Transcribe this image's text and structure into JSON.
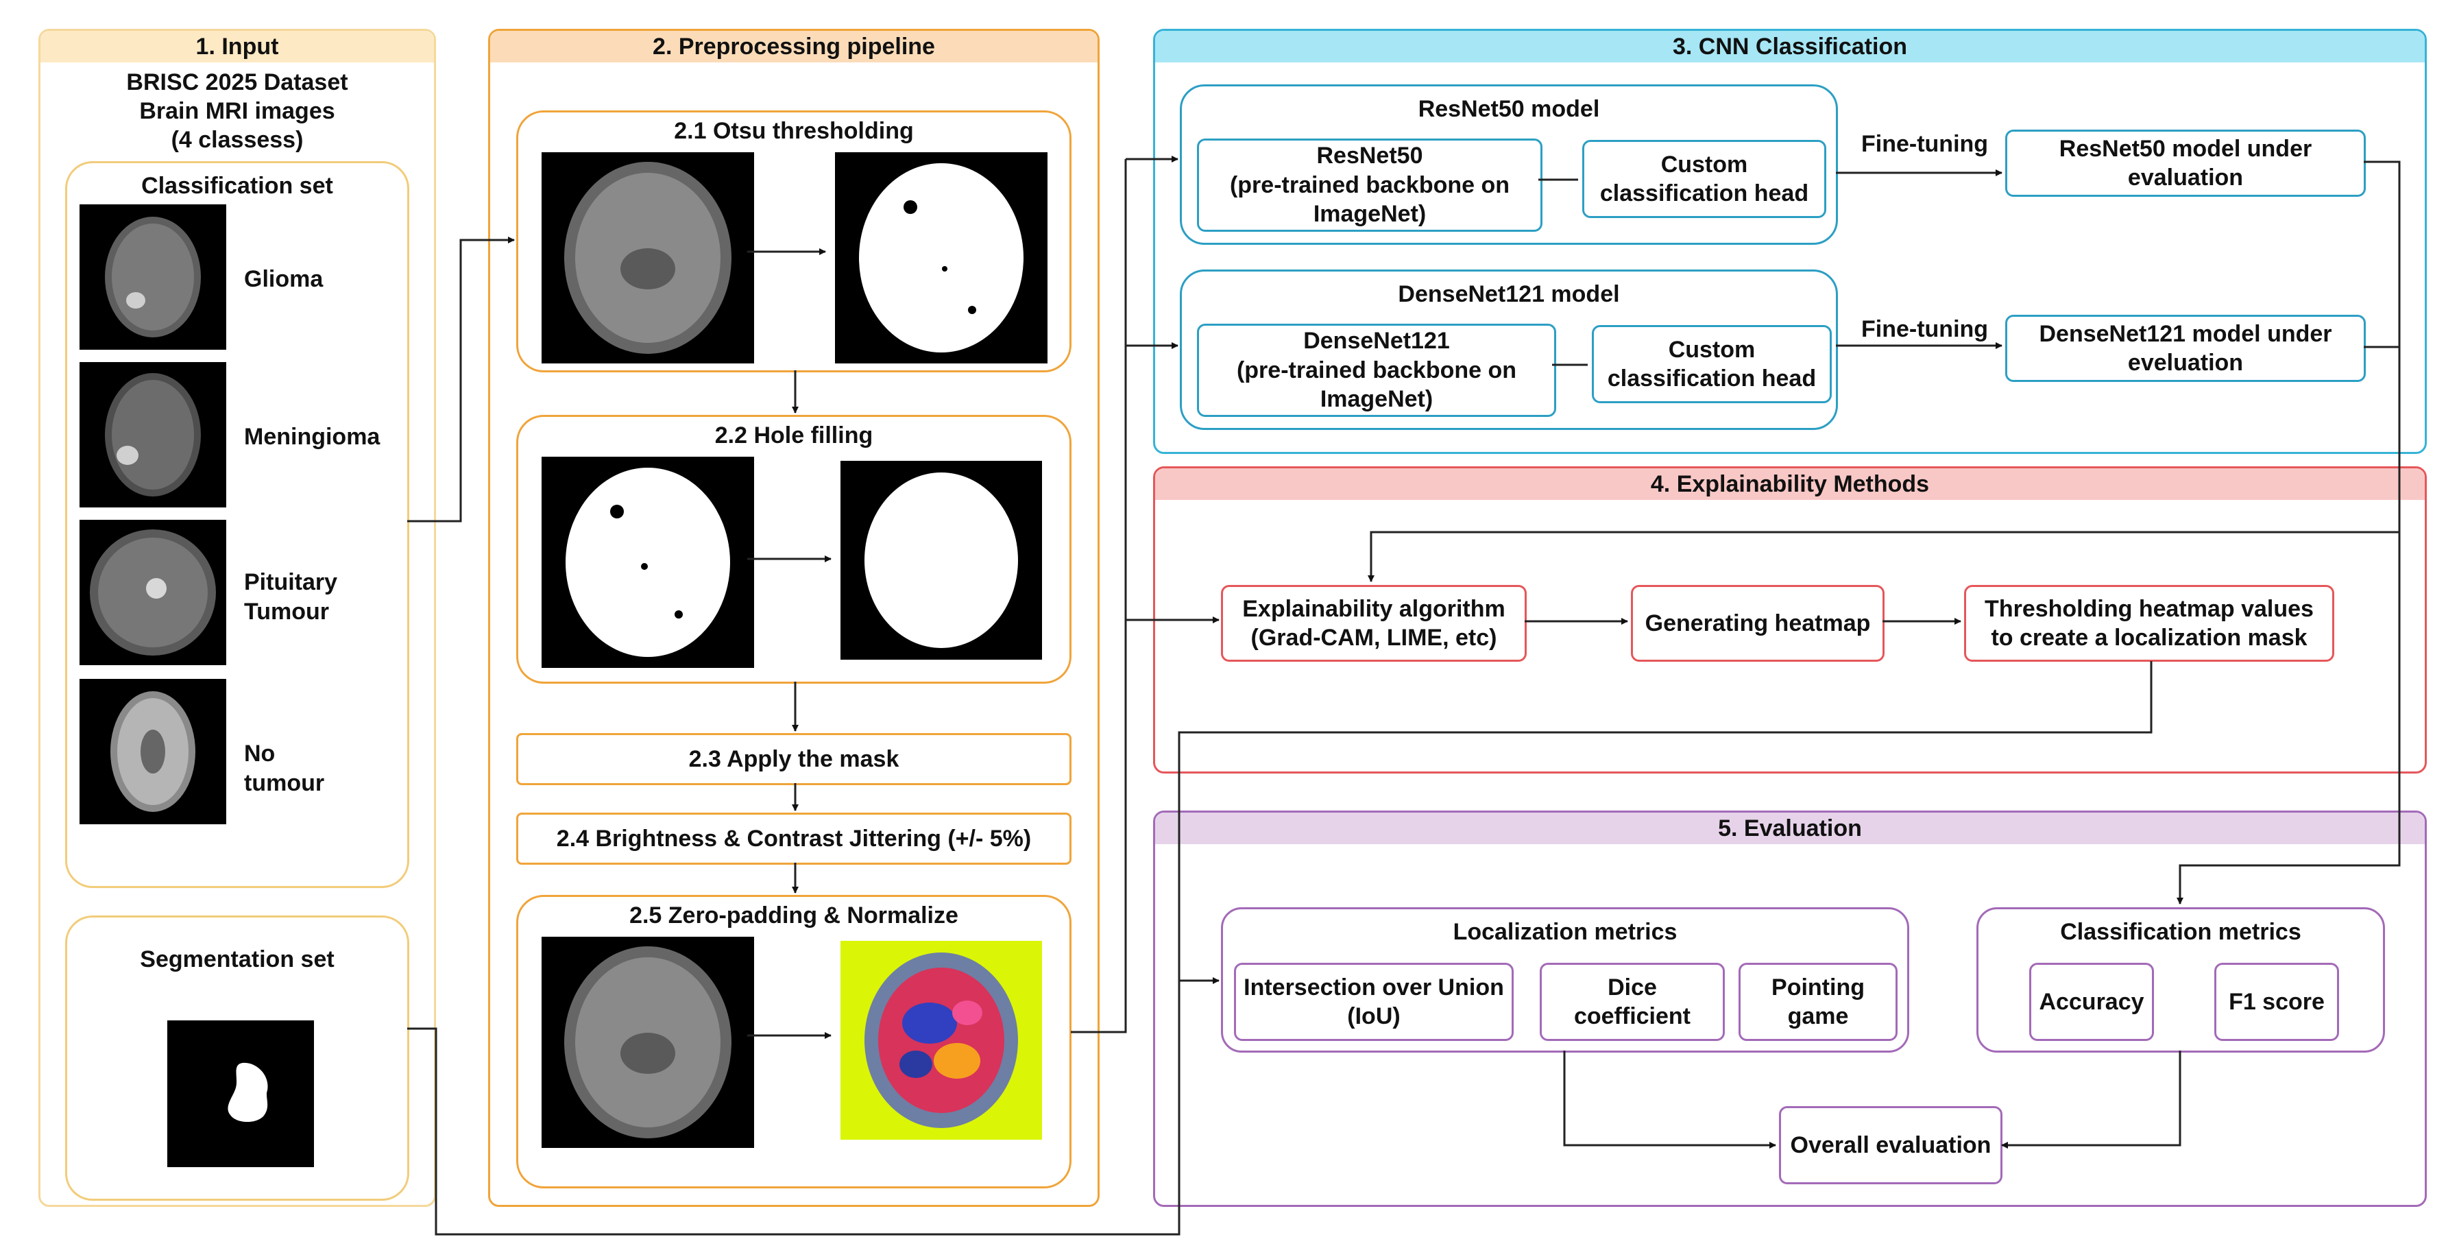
{
  "colors": {
    "input_header": "#fde9c3",
    "preproc_header": "#fcdcb8",
    "cnn_header": "#a6e6f5",
    "explain_header": "#f8c8c6",
    "eval_header": "#e6d3ea",
    "otsu_green_bg": "#dbf507"
  },
  "input": {
    "title": "1. Input",
    "dataset_line1": "BRISC 2025 Dataset",
    "dataset_line2": "Brain MRI images",
    "dataset_line3": "(4 classess)",
    "classification_set": "Classification set",
    "classes": [
      "Glioma",
      "Meningioma",
      "Pituitary Tumour",
      "No tumour"
    ],
    "segmentation_set": "Segmentation set"
  },
  "preprocessing": {
    "title": "2. Preprocessing pipeline",
    "otsu": "2.1 Otsu thresholding",
    "hole": "2.2 Hole filling",
    "apply_mask": "2.3 Apply the mask",
    "jitter": "2.4 Brightness & Contrast Jittering (+/- 5%)",
    "zeropad": "2.5 Zero-padding & Normalize"
  },
  "cnn": {
    "title": "3. CNN Classification",
    "resnet_group": "ResNet50 model",
    "resnet_backbone": "ResNet50\n(pre-trained backbone on ImageNet)",
    "resnet_head": "Custom\nclassification head",
    "resnet_finetune": "Fine-tuning",
    "resnet_eval": "ResNet50 model under evaluation",
    "densenet_group": "DenseNet121 model",
    "densenet_backbone": "DenseNet121\n(pre-trained backbone on ImageNet)",
    "densenet_head": "Custom\nclassification head",
    "densenet_finetune": "Fine-tuning",
    "densenet_eval": "DenseNet121 model under eveluation"
  },
  "explain": {
    "title": "4. Explainability Methods",
    "algorithm": "Explainability algorithm\n(Grad-CAM, LIME, etc)",
    "heatmap": "Generating heatmap",
    "threshold": "Thresholding heatmap values\nto create a localization mask"
  },
  "evaluation": {
    "title": "5. Evaluation",
    "loc_metrics": "Localization metrics",
    "iou": "Intersection over Union\n(IoU)",
    "dice": "Dice\ncoefficient",
    "pointing": "Pointing\ngame",
    "cls_metrics": "Classification metrics",
    "accuracy": "Accuracy",
    "f1": "F1 score",
    "overall": "Overall evaluation"
  }
}
